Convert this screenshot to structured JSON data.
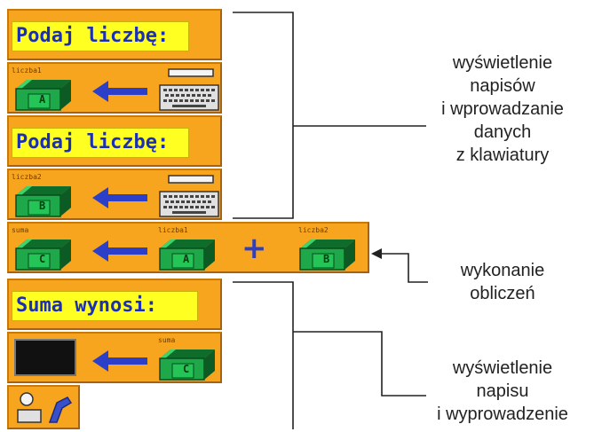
{
  "rows": {
    "prompt1": "Podaj liczbę:",
    "input1_var": "liczba1",
    "input1_box": "A",
    "prompt2": "Podaj liczbę:",
    "input2_var": "liczba2",
    "input2_box": "B",
    "calc_result_var": "suma",
    "calc_result_box": "C",
    "calc_op1_var": "liczba1",
    "calc_op1_box": "A",
    "calc_operator": "+",
    "calc_op2_var": "liczba2",
    "calc_op2_box": "B",
    "prompt3": "Suma wynosi:",
    "output_var": "suma",
    "output_box": "C"
  },
  "notes": {
    "group1": [
      "wyświetlenie",
      "napisów",
      "i wprowadzanie",
      "danych",
      "z klawiatury"
    ],
    "group2": [
      "wykonanie",
      "obliczeń"
    ],
    "group3": [
      "wyświetlenie",
      "napisu",
      "i wyprowadzenie"
    ]
  },
  "icons": {
    "arrow": "left-arrow-icon",
    "keyboard": "keyboard-icon",
    "monitor": "monitor-icon",
    "variable_box": "variable-box-icon",
    "bottom_tool": "tool-icon"
  },
  "colors": {
    "tile_bg": "#f7a51f",
    "prompt_bg": "#ffff22",
    "prompt_text": "#1a2fb5",
    "box_green": "#1fa84a",
    "arrow_blue": "#2b3fc8"
  }
}
